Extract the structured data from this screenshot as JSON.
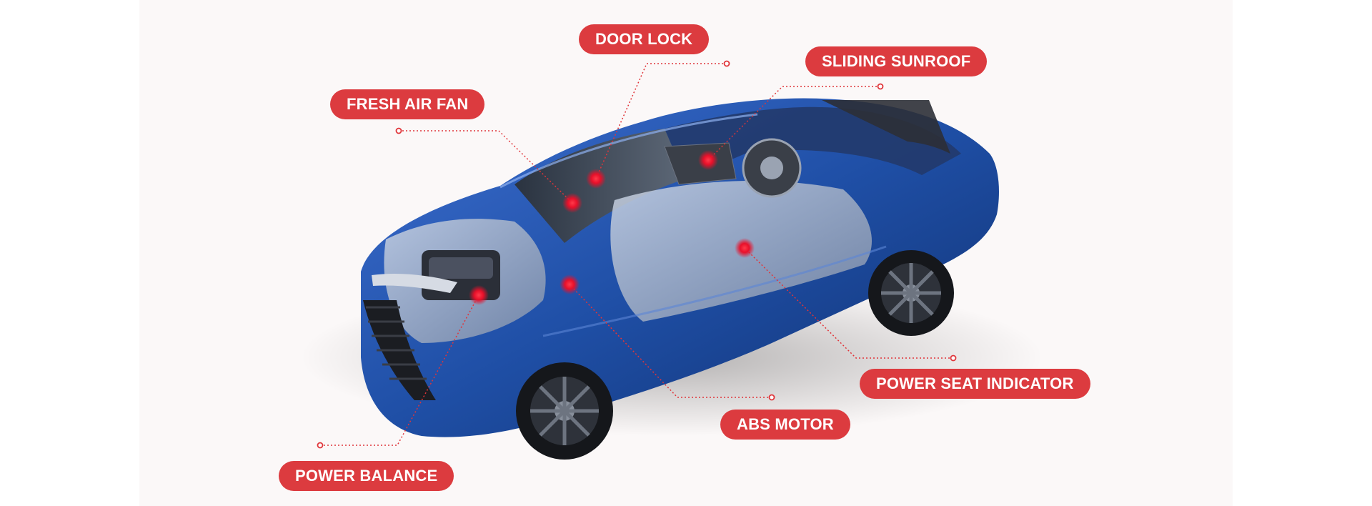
{
  "labels": {
    "door_lock": "DOOR LOCK",
    "sliding_sunroof": "SLIDING SUNROOF",
    "fresh_air_fan": "FRESH AIR FAN",
    "power_seat_indicator": "POWER SEAT INDICATOR",
    "abs_motor": "ABS MOTOR",
    "power_balance": "POWER BALANCE"
  },
  "colors": {
    "label_background": "#dc3b3f",
    "label_text": "#ffffff",
    "hotspot": "#e8102a",
    "leader_line": "#e0353a",
    "car_body": "#1f4fa6",
    "panel_background": "#fbf8f8"
  }
}
